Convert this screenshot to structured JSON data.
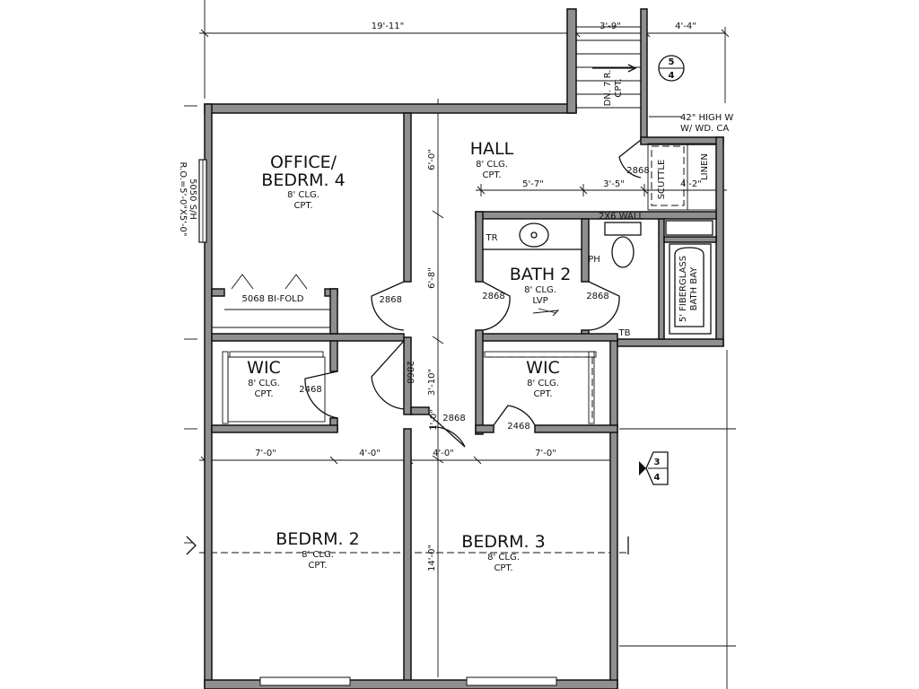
{
  "rooms": {
    "office": {
      "name1": "OFFICE/",
      "name2": "BEDRM. 4",
      "ceiling": "8' CLG.",
      "floor": "CPT."
    },
    "hall": {
      "name": "HALL",
      "ceiling": "8' CLG.",
      "floor": "CPT."
    },
    "bath2": {
      "name": "BATH 2",
      "ceiling": "8' CLG.",
      "floor": "LVP"
    },
    "wic_left": {
      "name": "WIC",
      "ceiling": "8' CLG.",
      "floor": "CPT."
    },
    "wic_right": {
      "name": "WIC",
      "ceiling": "8' CLG.",
      "floor": "CPT."
    },
    "bedrm2": {
      "name": "BEDRM. 2",
      "ceiling": "8' CLG.",
      "floor": "CPT."
    },
    "bedrm3": {
      "name": "BEDRM. 3",
      "ceiling": "8' CLG.",
      "floor": "CPT."
    }
  },
  "dimensions": {
    "top_overall": "19'-11\"",
    "stair_width": "3'-9\"",
    "right_top": "4'-4\"",
    "hall_5_7": "5'-7\"",
    "hall_3_5": "3'-5\"",
    "linen_4_2": "4'-2\"",
    "vert_6_0": "6'-0\"",
    "vert_6_8": "6'-8\"",
    "vert_3_10": "3'-10\"",
    "vert_14_0": "14'-0\"",
    "bottom_7_0_left": "7'-0\"",
    "bottom_4_0_left": "4'-0\"",
    "bottom_4_0_right": "4'-0\"",
    "bottom_7_0_right": "7'-0\""
  },
  "doors": {
    "office": "2868",
    "wic_left_tag": "2468",
    "hall_closet": "2868",
    "hall_small": "2868",
    "bath_left": "2868",
    "bath_right": "2868",
    "wic_right_tag": "2468",
    "linen": "2868",
    "bifold": "5068 BI-FOLD"
  },
  "notes": {
    "stair_dn": "DN. 7 R.",
    "stair_cpt": "CPT.",
    "rail_1": "42\" HIGH W",
    "rail_2": "W/ WD. CA",
    "wall_2x6": "2X6 WALL",
    "scuttle": "SCUTTLE",
    "linen": "LINEN",
    "fiberglass_1": "5' FIBERGLASS",
    "fiberglass_2": "BATH BAY",
    "tr": "TR",
    "ph": "PH",
    "tb": "TB",
    "window_1": "5050 S/H",
    "window_2": "R.O.=5'-0\"X5'-0\"",
    "door_small": "1'-0\""
  },
  "callouts": {
    "section_top": {
      "top": "5",
      "bottom": "4"
    },
    "section_right": {
      "top": "3",
      "bottom": "4"
    }
  }
}
